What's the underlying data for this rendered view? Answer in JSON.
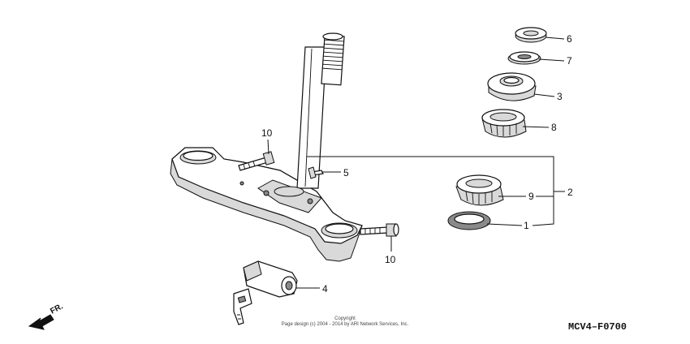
{
  "callouts": {
    "p1": "1",
    "p2": "2",
    "p3": "3",
    "p4": "4",
    "p5": "5",
    "p6": "6",
    "p7": "7",
    "p8": "8",
    "p9": "9",
    "p10a": "10",
    "p10b": "10"
  },
  "footer": {
    "copyright_line1": "Copyright",
    "copyright_line2": "Page design (c) 2004 - 2014 by ARI Network Services, Inc.",
    "diagram_code": "MCV4–F0700",
    "front_label": "FR."
  },
  "icons": {
    "front": "front-arrow-icon"
  }
}
